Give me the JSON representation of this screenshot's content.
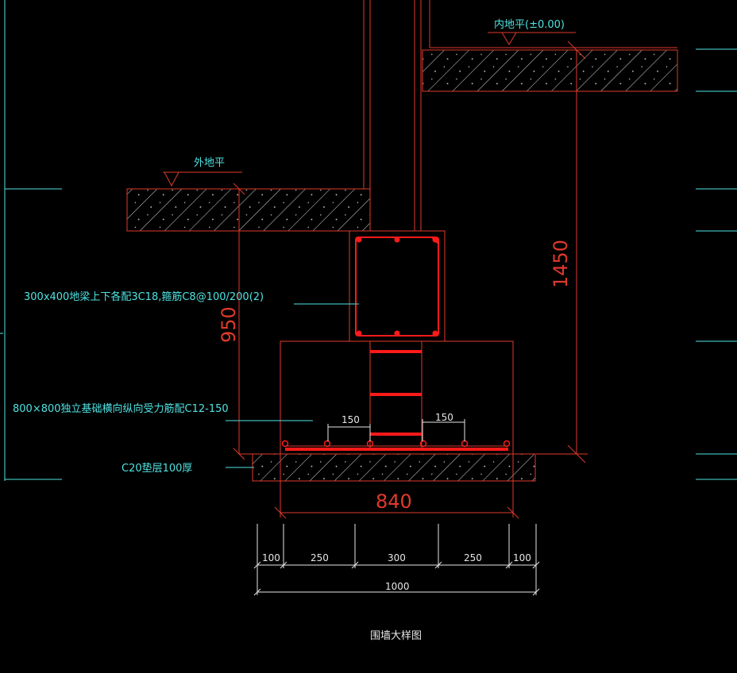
{
  "drawing": {
    "title": "围墙大样图",
    "colors": {
      "background": "#000000",
      "outline": "#e03a2b",
      "rebar": "#ff1a1a",
      "annotation": "#4fe3e3",
      "hatch": "#d8d8d8",
      "dimension_text": "#e6e6e6"
    },
    "labels": {
      "inner_grade": "内地平(±0.00)",
      "outer_grade": "外地平",
      "ground_beam": "300x400地梁上下各配3C18,箍筋C8@100/200(2)",
      "footing": "800×800独立基础横向纵向受力筋配C12-150",
      "cushion": "C20垫层100厚"
    },
    "dimensions": {
      "height_1450": "1450",
      "height_950": "950",
      "width_840": "840",
      "edge_150_left": "150",
      "edge_150_right": "150",
      "seg_100_left": "100",
      "seg_250_left": "250",
      "seg_300": "300",
      "seg_250_right": "250",
      "seg_100_right": "100",
      "total_1000": "1000"
    }
  }
}
